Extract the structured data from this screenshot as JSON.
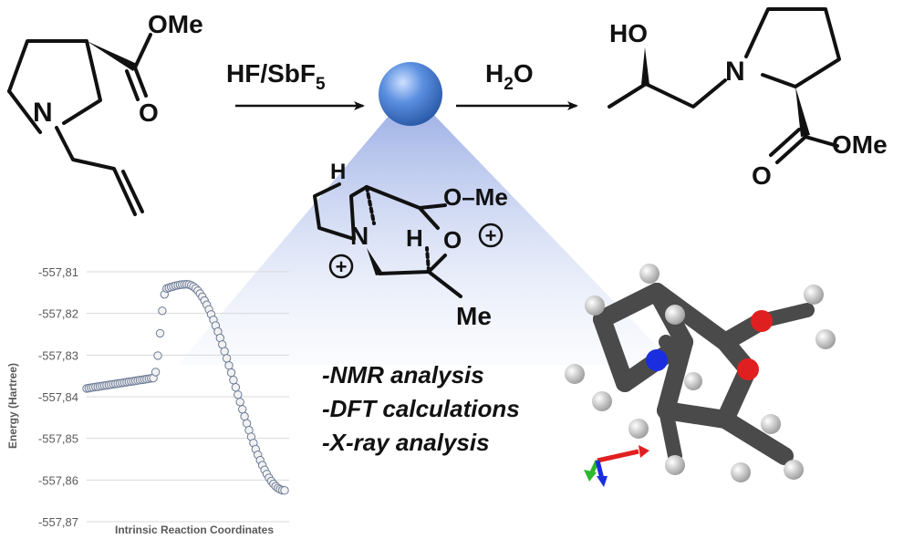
{
  "scheme": {
    "reagent1_main": "HF/SbF",
    "reagent1_sub": "5",
    "reagent2_main": "H",
    "reagent2_sub": "2",
    "reagent2_tail": "O",
    "sm_ome": "OMe",
    "sm_o": "O",
    "sm_n": "N",
    "prod_ho": "HO",
    "prod_n": "N",
    "prod_o": "O",
    "prod_ome": "OMe",
    "int_h1": "H",
    "int_ome": "O–Me",
    "int_n": "N",
    "int_h2": "H",
    "int_o": "O",
    "int_plus1": "+",
    "int_plus2": "+",
    "int_me": "Me"
  },
  "analyses": [
    "-NMR analysis",
    "-DFT calculations",
    "-X-ray analysis"
  ],
  "colors": {
    "intermediate_sphere": "#4a7fcf",
    "cone": "#9fb4e8",
    "marker_fill": "#f2f2f2",
    "marker_stroke": "#6b7a96",
    "carbon": "#555555",
    "oxygen": "#e02020",
    "nitrogen": "#1a2ee0",
    "hydrogen": "#e6e6e6"
  },
  "chart_data": {
    "type": "scatter",
    "title": "",
    "xlabel": "Intrinsic Reaction Coordinates",
    "ylabel": "Energy (Hartree)",
    "ylim": [
      -557.87,
      -557.81
    ],
    "yticks": [
      -557.81,
      -557.82,
      -557.83,
      -557.84,
      -557.85,
      -557.86,
      -557.87
    ],
    "ytick_labels": [
      "-557,81",
      "-557,82",
      "-557,83",
      "-557,84",
      "-557,85",
      "-557,86",
      "-557,87"
    ],
    "grid": true,
    "n_points": 90,
    "segments": [
      {
        "from_index": 0,
        "to_index": 30,
        "y_start": -557.838,
        "y_end": -557.8355,
        "shape": "linear"
      },
      {
        "from_index": 30,
        "to_index": 36,
        "y_start": -557.8355,
        "y_end": -557.814,
        "shape": "sigmoid"
      },
      {
        "from_index": 36,
        "to_index": 45,
        "y_start": -557.814,
        "y_end": -557.813,
        "shape": "peak"
      },
      {
        "from_index": 45,
        "to_index": 89,
        "y_start": -557.813,
        "y_end": -557.8625,
        "shape": "sigmoid"
      }
    ]
  }
}
